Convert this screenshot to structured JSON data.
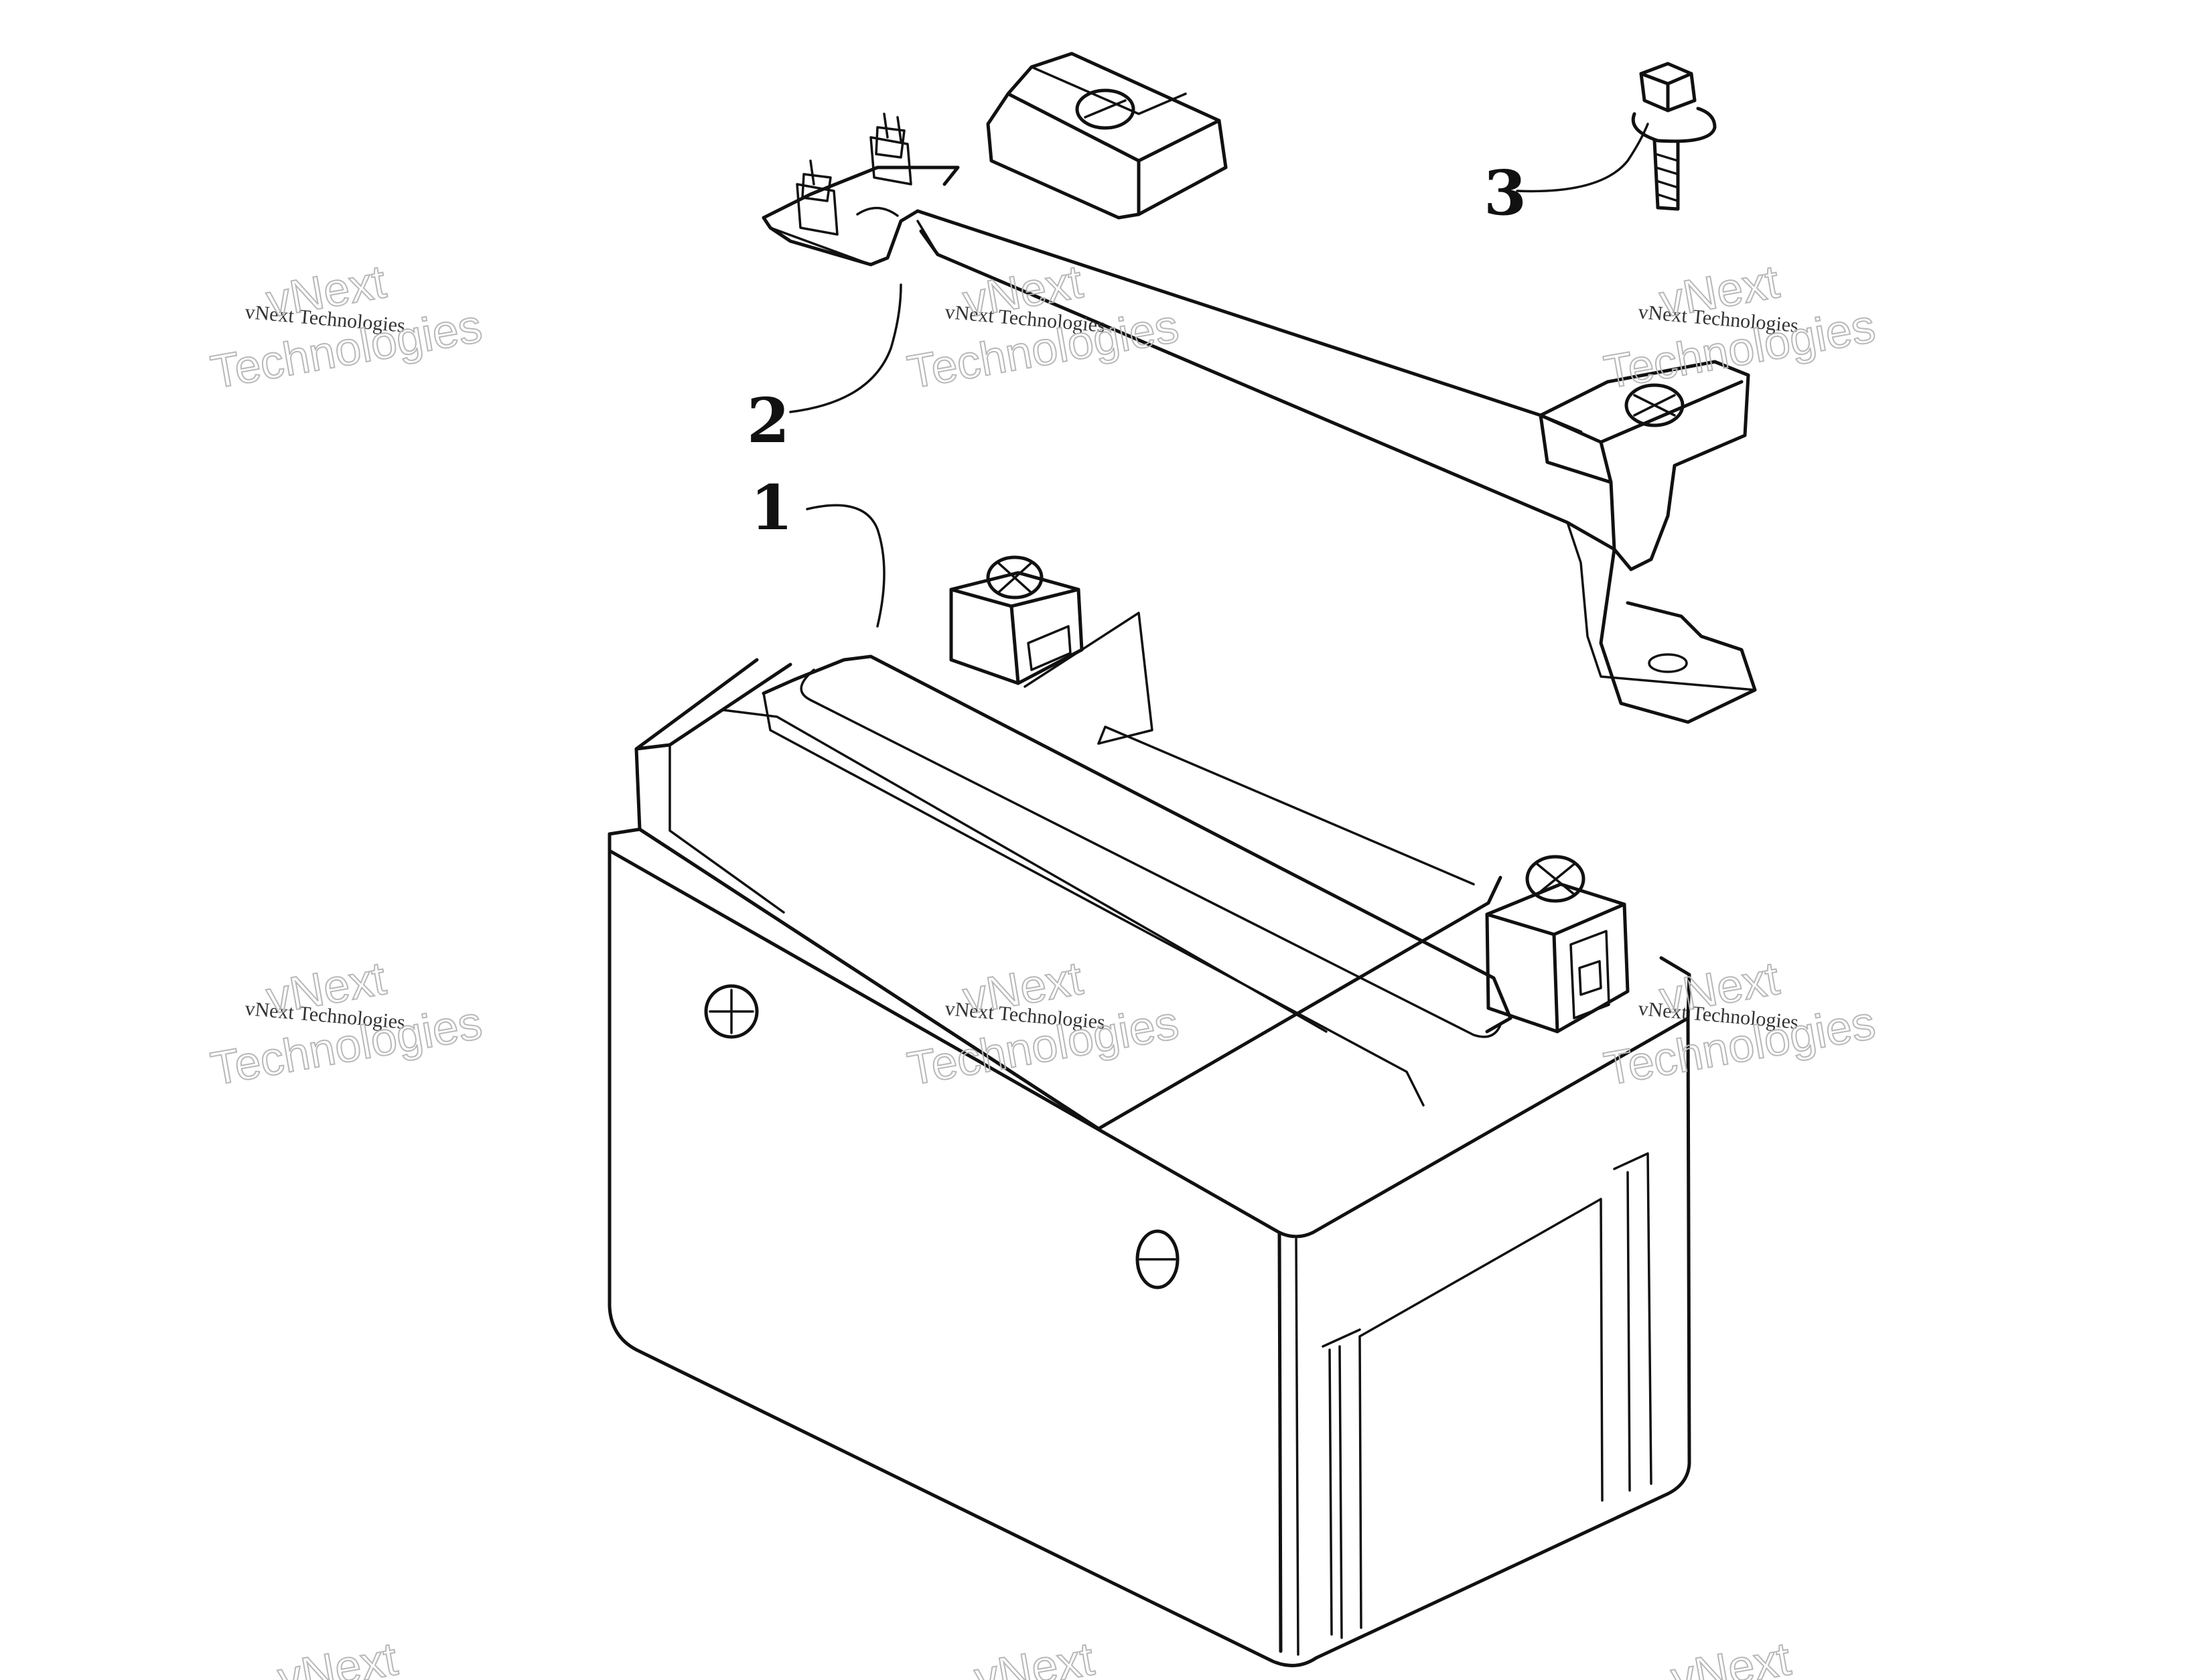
{
  "callouts": [
    {
      "id": "1",
      "label": "1",
      "part": "battery"
    },
    {
      "id": "2",
      "label": "2",
      "part": "battery-hold-down-bracket"
    },
    {
      "id": "3",
      "label": "3",
      "part": "bolt"
    }
  ],
  "watermark": {
    "small_text": "vNext Technologies",
    "large_line1": "vNext",
    "large_line2": "Technologies"
  },
  "colors": {
    "line": "#111111",
    "background": "#ffffff",
    "watermark": "#b8b8b8"
  }
}
